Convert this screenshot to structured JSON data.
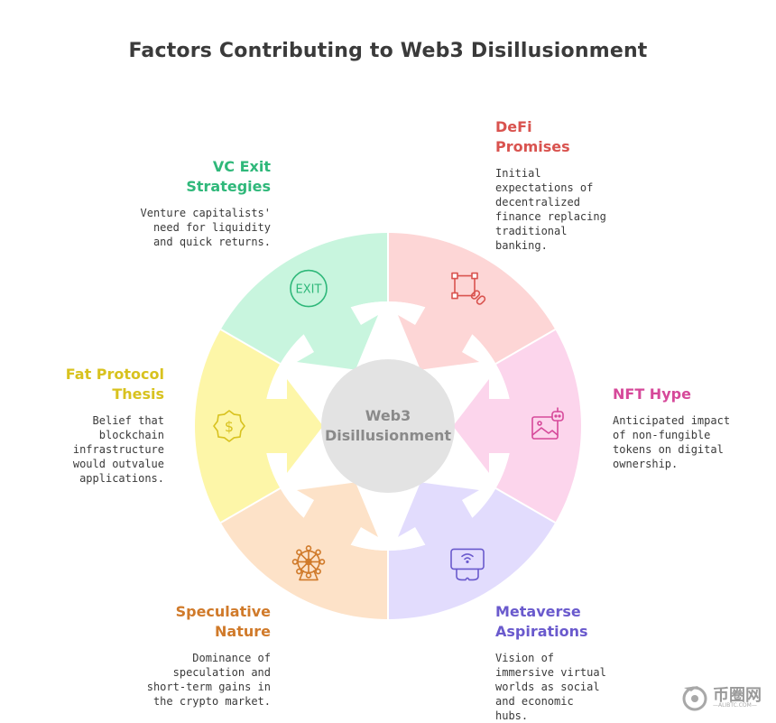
{
  "title": "Factors Contributing to Web3 Disillusionment",
  "center": {
    "line1": "Web3",
    "line2": "Disillusionment"
  },
  "segments": [
    {
      "id": "defi",
      "head": [
        "DeFi",
        "Promises"
      ],
      "desc": [
        "Initial",
        "expectations of",
        "decentralized",
        "finance replacing",
        "traditional",
        "banking."
      ],
      "fill": "#fdd6d6",
      "text": "#d9534f",
      "icon": "blockchain-link-icon"
    },
    {
      "id": "nft",
      "head": [
        "NFT Hype"
      ],
      "desc": [
        "Anticipated impact",
        "of non-fungible",
        "tokens on digital",
        "ownership."
      ],
      "fill": "#fcd5ec",
      "text": "#d6499a",
      "icon": "nft-image-icon"
    },
    {
      "id": "metaverse",
      "head": [
        "Metaverse",
        "Aspirations"
      ],
      "desc": [
        "Vision of",
        "immersive virtual",
        "worlds as social",
        "and economic",
        "hubs."
      ],
      "fill": "#e2dcfd",
      "text": "#6a5acd",
      "icon": "vr-headset-icon"
    },
    {
      "id": "speculative",
      "head": [
        "Speculative",
        "Nature"
      ],
      "desc": [
        "Dominance of",
        "speculation and",
        "short-term gains in",
        "the crypto market."
      ],
      "fill": "#fde2c8",
      "text": "#d07a2a",
      "icon": "ferris-wheel-icon"
    },
    {
      "id": "fatprotocol",
      "head": [
        "Fat Protocol",
        "Thesis"
      ],
      "desc": [
        "Belief that",
        "blockchain",
        "infrastructure",
        "would outvalue",
        "applications."
      ],
      "fill": "#fdf6a8",
      "text": "#d8c21f",
      "icon": "dollar-badge-icon"
    },
    {
      "id": "vcexit",
      "head": [
        "VC Exit",
        "Strategies"
      ],
      "desc": [
        "Venture capitalists'",
        "need for liquidity",
        "and quick returns."
      ],
      "fill": "#c8f5de",
      "text": "#2fb87a",
      "icon": "exit-sign-icon",
      "icon_text": "EXIT"
    }
  ],
  "watermark": {
    "text": "币圈网",
    "sub": "—ALIBTC.COM—"
  }
}
